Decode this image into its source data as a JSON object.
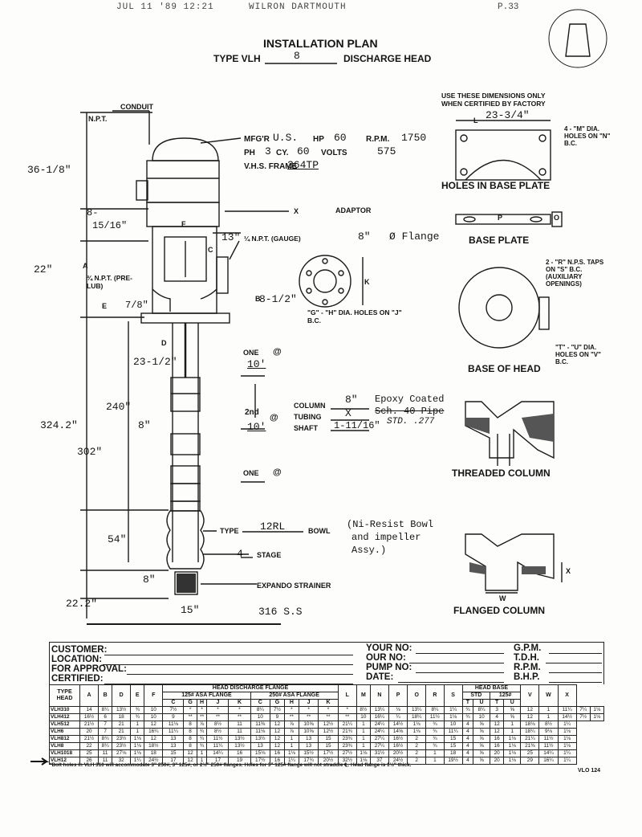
{
  "fax_header": {
    "left": "JUL 11 '89 12:21",
    "center": "WILRON DARTMOUTH",
    "right": "P.33"
  },
  "title": "INSTALLATION PLAN",
  "subtitle": {
    "prefix": "TYPE VLH",
    "value": "8",
    "suffix": "DISCHARGE HEAD"
  },
  "motor": {
    "mfgr_label": "MFG'R",
    "mfgr": "U.S.",
    "hp_label": "HP",
    "hp": "60",
    "rpm_label": "R.P.M.",
    "rpm": "1750",
    "ph_label": "PH",
    "ph": "3",
    "cy_label": "CY.",
    "cy": "60",
    "volts_label": "VOLTS",
    "volts": "575",
    "frame_label": "V.H.S. FRAME",
    "frame": "364TP"
  },
  "labels": {
    "npt": "N.P.T.",
    "conduit": "CONDUIT",
    "adaptor": "ADAPTOR",
    "gauge": "¼ N.P.T. (GAUGE)",
    "prelub": "¾ N.P.T. (PRE-LUB)",
    "holes_gh": "\"G\" - \"H\" DIA. HOLES ON \"J\" B.C.",
    "one1": "ONE",
    "one2": "ONE",
    "second": "2nd",
    "column": "COLUMN",
    "tubing": "TUBING",
    "shaft": "SHAFT",
    "type": "TYPE",
    "bowl": "BOWL",
    "stage": "STAGE",
    "strainer": "EXPANDO STRAINER",
    "at1": "@",
    "at2": "@",
    "at3": "@"
  },
  "letters": {
    "x": "X",
    "f": "F",
    "c": "C",
    "a": "A",
    "e": "E",
    "d": "D",
    "k": "K",
    "b": "B"
  },
  "handwritten": {
    "h36": "36-1/8\"",
    "h8": "8-",
    "h15": "15/16\"",
    "h22": "22\"",
    "h78": "7/8\"",
    "h13": "13\"",
    "flange": "8\"   Ø Flange",
    "h85": "8-1/2\"",
    "h235": "23-1/2\"",
    "h10a": "10'",
    "h240": "240\"",
    "h8b": "8\"",
    "h3242": "324.2\"",
    "h302": "302\"",
    "h10b": "10'",
    "col_size": "8\"",
    "col_note": "Epoxy Coated",
    "tubing_val": "X",
    "tubing_note": "Sch. 40 Pipe",
    "shaft_val": "1-11/16\"",
    "shaft_note": "STD. .277",
    "bowl_type": "12RL",
    "bowl_note1": "(Ni-Resist Bowl",
    "bowl_note2": "and impeller",
    "bowl_note3": "Assy.)",
    "stages": "4",
    "h54": "54\"",
    "h8c": "8\"",
    "h222": "22.2\"",
    "h15b": "15\"",
    "ss": "316 S.S",
    "base_l": "23-3/4\""
  },
  "right_side": {
    "certified_note1": "USE THESE DIMENSIONS ONLY",
    "certified_note2": "WHEN CERTIFIED BY FACTORY",
    "l": "L",
    "m_holes": "4 - \"M\" DIA. HOLES ON \"N\" B.C.",
    "holes_title": "HOLES IN BASE PLATE",
    "p": "P",
    "o": "O",
    "base_plate": "BASE PLATE",
    "r_taps": "2 - \"R\" N.P.S. TAPS ON \"S\" B.C. (AUXILIARY OPENINGS)",
    "tu_holes": "\"T\" - \"U\" DIA. HOLES ON \"V\" B.C.",
    "base_head": "BASE OF HEAD",
    "threaded": "THREADED COLUMN",
    "flanged": "FLANGED COLUMN",
    "w": "W",
    "x": "X"
  },
  "form": {
    "customer": "CUSTOMER:",
    "location": "LOCATION:",
    "approval": "FOR APPROVAL:",
    "certified": "CERTIFIED:",
    "your_no": "YOUR NO:",
    "our_no": "OUR NO:",
    "pump_no": "PUMP NO:",
    "date": "DATE:",
    "gpm": "G.P.M.",
    "tdh": "T.D.H.",
    "rpm": "R.P.M.",
    "bhp": "B.H.P."
  },
  "table": {
    "type_head": "TYPE HEAD",
    "discharge_flange": "HEAD DISCHARGE FLANGE",
    "asa125": "125# ASA FLANGE",
    "asa250": "250# ASA FLANGE",
    "head_base": "HEAD BASE",
    "std": "STD",
    "base125": "125#",
    "cols_left": [
      "A",
      "B",
      "D",
      "E",
      "F"
    ],
    "cols125": [
      "C",
      "G",
      "H",
      "J",
      "K"
    ],
    "cols250": [
      "C",
      "G",
      "H",
      "J",
      "K"
    ],
    "cols_mid": [
      "L",
      "M",
      "N",
      "P",
      "O",
      "R",
      "S"
    ],
    "cols_base": [
      "T",
      "U",
      "T",
      "U"
    ],
    "cols_right": [
      "V",
      "W",
      "X"
    ],
    "rows": [
      {
        "name": "VLH310",
        "v": [
          "14",
          "8¼",
          "13½",
          "¾",
          "10",
          "7½",
          "*",
          "*",
          "*",
          "*",
          "8¼",
          "7½",
          "*",
          "*",
          "*",
          "*",
          "8½",
          "13¼",
          "⅛",
          "13¼",
          "8¼",
          "1¼",
          "¾",
          "8¼",
          "3",
          "⅝",
          "12",
          "1",
          "11¼",
          "7¼",
          "1⅛"
        ]
      },
      {
        "name": "VLH412",
        "v": [
          "16½",
          "6",
          "18",
          "¾",
          "10",
          "9",
          "**",
          "**",
          "**",
          "**",
          "10",
          "9",
          "**",
          "**",
          "**",
          "**",
          "10",
          "16¼",
          "¼",
          "18¼",
          "11½",
          "1⅛",
          "¾",
          "10",
          "4",
          "⅝",
          "12",
          "1",
          "14½",
          "7½",
          "1⅛"
        ]
      },
      {
        "name": "VLH512",
        "v": [
          "21½",
          "7",
          "21",
          "1",
          "12",
          "11⅛",
          "8",
          "⅞",
          "8½",
          "11",
          "11⅜",
          "12",
          "⅞",
          "10⅝",
          "12½",
          "21¼",
          "1",
          "24¼",
          "14½",
          "1⅛",
          "¾",
          "10",
          "4",
          "⅝",
          "12",
          "1",
          "18⅛",
          "8½",
          "1¼"
        ]
      },
      {
        "name": "VLH6",
        "v": [
          "20",
          "7",
          "21",
          "1",
          "16¼",
          "11¼",
          "8",
          "¾",
          "8½",
          "11",
          "11⅛",
          "12",
          "⅞",
          "10⅝",
          "12½",
          "21¾",
          "1",
          "24¼",
          "14⅝",
          "1⅛",
          "¾",
          "11¼",
          "4",
          "⅝",
          "12",
          "1",
          "18¼",
          "9⅛",
          "1⅛"
        ]
      },
      {
        "name": "VLH812",
        "v": [
          "21½",
          "8¾",
          "23½",
          "1⅛",
          "12",
          "13",
          "8",
          "¾",
          "11½",
          "13½",
          "13½",
          "12",
          "1",
          "13",
          "15",
          "23¾",
          "1",
          "27¼",
          "16½",
          "2",
          "¾",
          "15",
          "4",
          "⅝",
          "16",
          "1⅛",
          "21¼",
          "11½",
          "1⅛"
        ]
      },
      {
        "name": "VLH8",
        "v": [
          "22",
          "8¼",
          "23½",
          "1⅛",
          "18½",
          "13",
          "8",
          "¾",
          "11¼",
          "13½",
          "13",
          "12",
          "1",
          "13",
          "15",
          "23¾",
          "1",
          "27¼",
          "16½",
          "2",
          "¾",
          "15",
          "4",
          "⅝",
          "16",
          "1⅛",
          "21⅜",
          "11½",
          "1⅛"
        ]
      },
      {
        "name": "VLH1018",
        "v": [
          "25",
          "11",
          "27⅛",
          "1⅛",
          "18",
          "15",
          "12",
          "1",
          "14¼",
          "16",
          "15⅛",
          "16",
          "1⅛",
          "15½",
          "17½",
          "27½",
          "1⅛",
          "31½",
          "20½",
          "2",
          "1",
          "18",
          "4",
          "⅝",
          "20",
          "1⅛",
          "25",
          "14¼",
          "1¼"
        ]
      },
      {
        "name": "VLH12",
        "v": [
          "26",
          "11",
          "32",
          "1¼",
          "24½",
          "17",
          "12",
          "1",
          "17",
          "19",
          "17½",
          "16",
          "1¼",
          "17¾",
          "20½",
          "32½",
          "1⅛",
          "37",
          "24½",
          "2",
          "1",
          "19½",
          "4",
          "⅝",
          "20",
          "1⅛",
          "29",
          "16¼",
          "1¼"
        ]
      }
    ],
    "footnote": "*Bolt holes in VLH 310 will accommodate 3\" 250#, 3\" 125#, or 2½\" 250# flanges. Holes for 3\" 125# flange will not straddle ℄. Head flange is 1½\" thick.",
    "code": "VLO 124"
  }
}
